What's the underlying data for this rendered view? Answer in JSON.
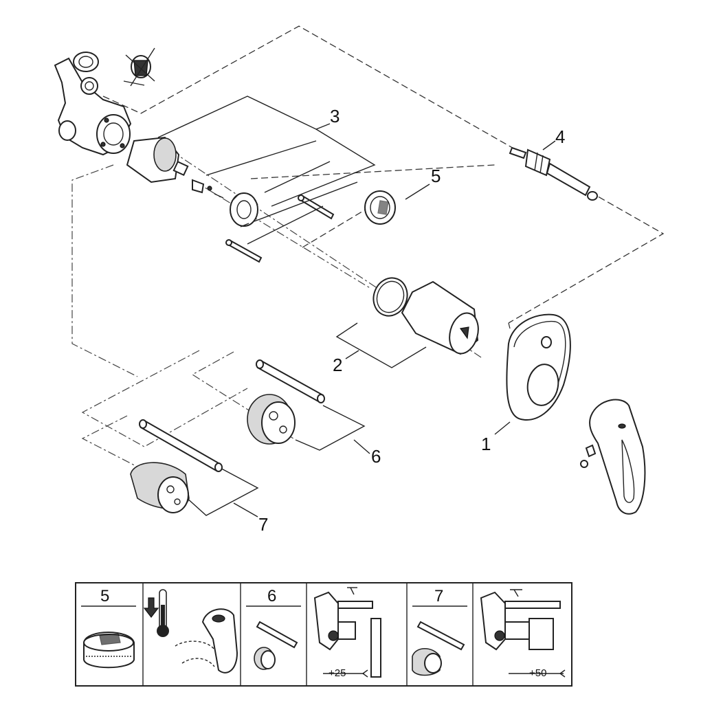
{
  "callouts": {
    "c1": "1",
    "c2": "2",
    "c3": "3",
    "c4": "4",
    "c5": "5",
    "c6": "6",
    "c7": "7"
  },
  "legend": {
    "panel1_label": "5",
    "panel3_label": "6",
    "panel4_dimension": "+25",
    "panel5_label": "7",
    "panel6_dimension": "+50"
  },
  "icons": {
    "thermometer": "thermometer-icon",
    "arrow": "arrow-down-icon"
  }
}
